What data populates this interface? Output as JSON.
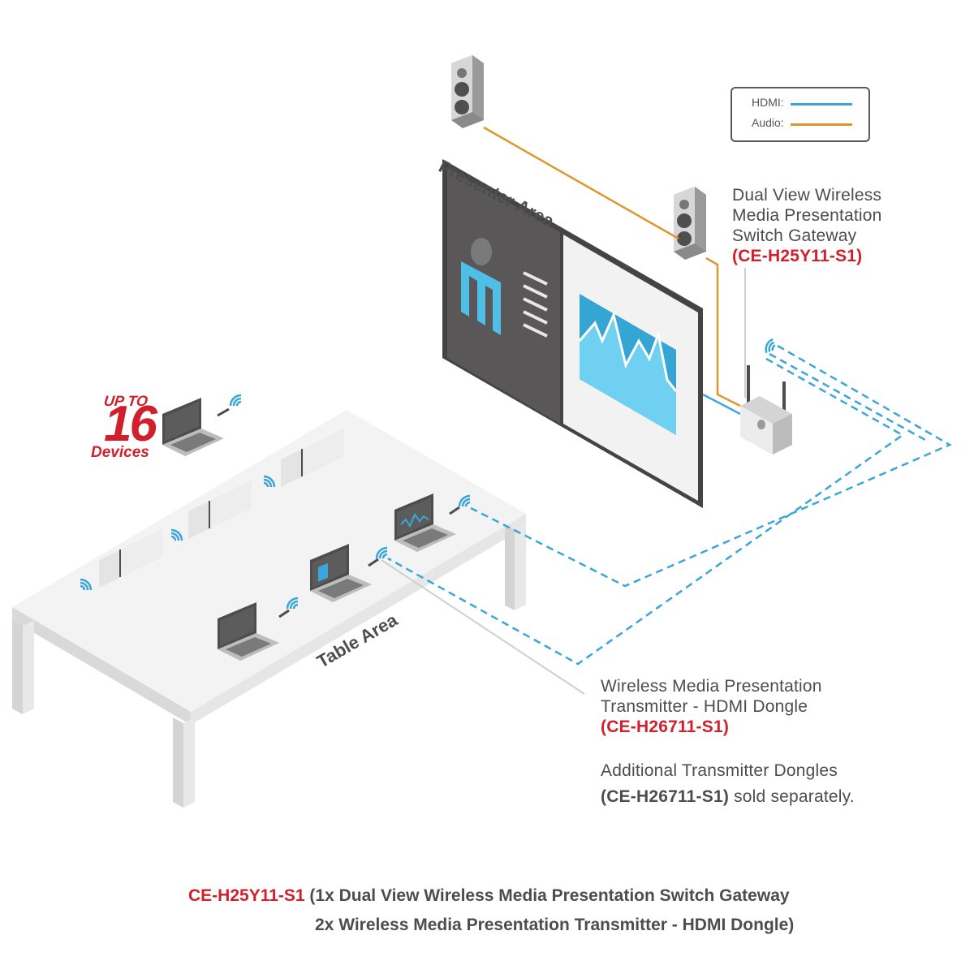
{
  "legend": {
    "hdmi_label": "HDMI:",
    "audio_label": "Audio:",
    "hdmi_color": "#3aa6d9",
    "audio_color": "#e0962c"
  },
  "labels": {
    "presenter_area": "Presenter Area",
    "table_area": "Table Area"
  },
  "badge": {
    "prefix": "UP TO",
    "count": "16",
    "suffix": "Devices"
  },
  "gateway": {
    "line1": "Dual View Wireless",
    "line2": "Media Presentation",
    "line3": "Switch Gateway",
    "model": "(CE-H25Y11-S1)"
  },
  "dongle": {
    "line1": "Wireless Media Presentation",
    "line2": "Transmitter - HDMI Dongle",
    "model": "(CE-H26711-S1)"
  },
  "additional": {
    "line1": "Additional Transmitter Dongles",
    "model": "(CE-H26711-S1)",
    "suffix": " sold separately."
  },
  "footer": {
    "model": "CE-H25Y11-S1",
    "line1": " (1x Dual View Wireless Media Presentation Switch Gateway",
    "line2": "2x Wireless Media Presentation Transmitter - HDMI Dongle)"
  },
  "colors": {
    "accent_red": "#d0202c",
    "wifi_blue": "#3aa6d9",
    "screen_dark": "#595757",
    "table_white": "#f2f2f2"
  }
}
